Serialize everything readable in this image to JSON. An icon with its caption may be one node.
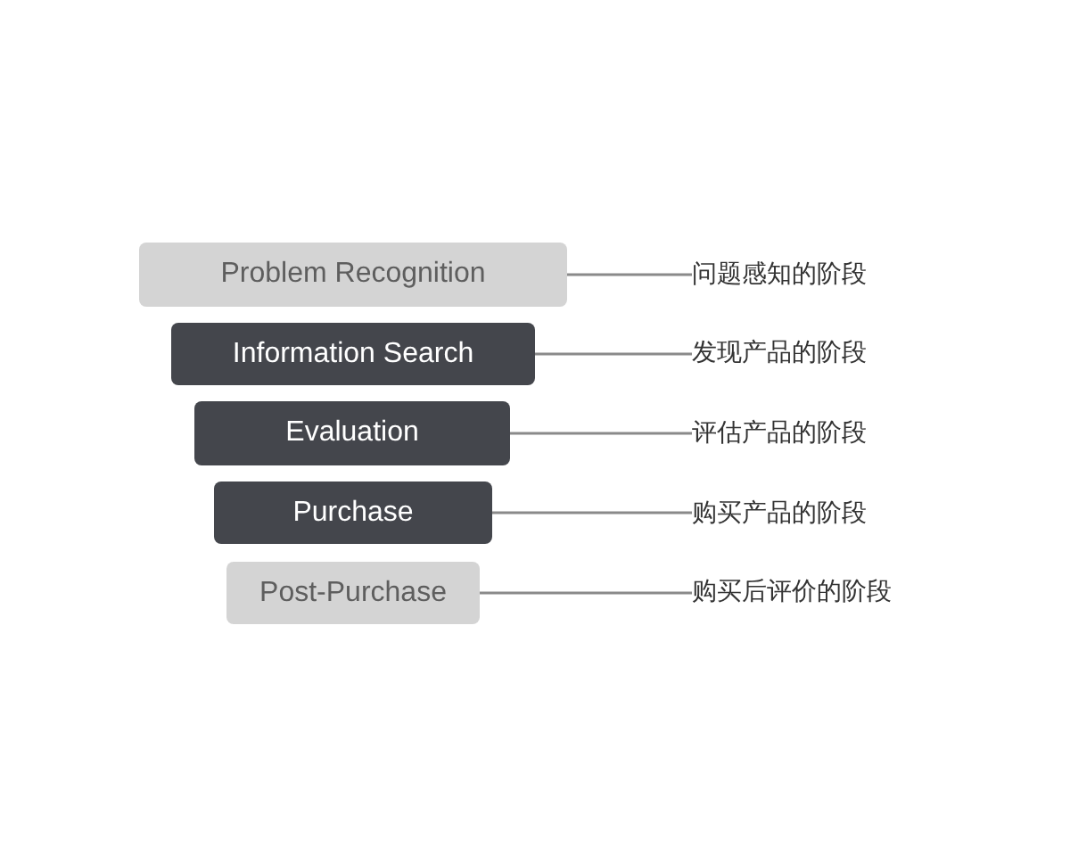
{
  "diagram": {
    "nodes": [
      {
        "text": [
          "Problem Recognition"
        ]
      },
      {
        "text": [
          "Information Search"
        ]
      },
      {
        "text": [
          "Evaluation"
        ]
      },
      {
        "text": [
          "Purchase"
        ]
      },
      {
        "text": [
          "Post-Purchase"
        ]
      },
      {
        "text": [
          "问题感知的阶段"
        ]
      },
      {
        "text": [
          "发现产品的阶段"
        ]
      },
      {
        "text": [
          "评估产品的阶段"
        ]
      },
      {
        "text": [
          "购买产品的阶段"
        ]
      },
      {
        "text": [
          "购买后评价的阶段"
        ]
      }
    ],
    "edges": [
      {
        "from": 0,
        "to": 5,
        "arrow": "none"
      },
      {
        "from": 1,
        "to": 6,
        "arrow": "none"
      },
      {
        "from": 2,
        "to": 7,
        "arrow": "none"
      },
      {
        "from": 3,
        "to": 8,
        "arrow": "none"
      },
      {
        "from": 4,
        "to": 9,
        "arrow": "none"
      }
    ]
  }
}
